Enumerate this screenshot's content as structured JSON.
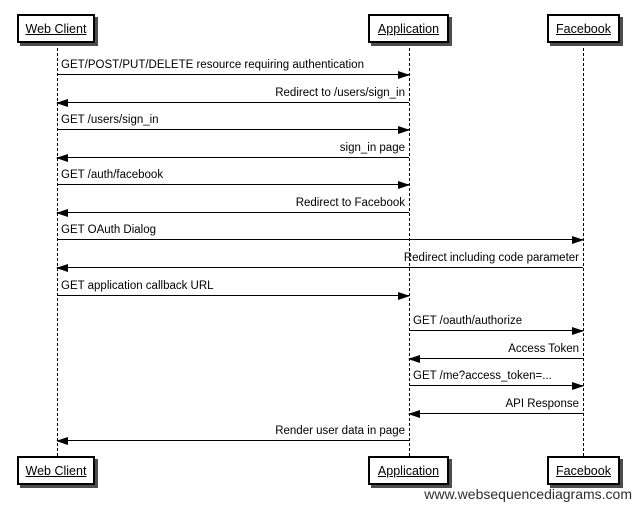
{
  "diagram": {
    "type": "sequence-diagram",
    "actors": [
      {
        "id": "web_client",
        "label": "Web Client"
      },
      {
        "id": "application",
        "label": "Application"
      },
      {
        "id": "facebook",
        "label": "Facebook"
      }
    ],
    "messages": [
      {
        "text": "GET/POST/PUT/DELETE resource requiring authentication",
        "from": "web_client",
        "to": "application"
      },
      {
        "text": "Redirect to /users/sign_in",
        "from": "application",
        "to": "web_client"
      },
      {
        "text": "GET /users/sign_in",
        "from": "web_client",
        "to": "application"
      },
      {
        "text": "sign_in page",
        "from": "application",
        "to": "web_client"
      },
      {
        "text": "GET /auth/facebook",
        "from": "web_client",
        "to": "application"
      },
      {
        "text": "Redirect to Facebook",
        "from": "application",
        "to": "web_client"
      },
      {
        "text": "GET OAuth Dialog",
        "from": "web_client",
        "to": "facebook"
      },
      {
        "text": "Redirect including code parameter",
        "from": "facebook",
        "to": "web_client"
      },
      {
        "text": "GET application callback URL",
        "from": "web_client",
        "to": "application"
      },
      {
        "text": "GET /oauth/authorize",
        "from": "application",
        "to": "facebook"
      },
      {
        "text": "Access Token",
        "from": "facebook",
        "to": "application"
      },
      {
        "text": "GET /me?access_token=...",
        "from": "application",
        "to": "facebook"
      },
      {
        "text": "API Response",
        "from": "facebook",
        "to": "application"
      },
      {
        "text": "Render user data in page",
        "from": "application",
        "to": "web_client"
      }
    ],
    "watermark": "www.websequencediagrams.com",
    "colors": {
      "line": "#000000",
      "box_fill": "#ffffff",
      "box_border": "#000000",
      "shadow": "#4d4d4d",
      "background": "#ffffff"
    }
  }
}
